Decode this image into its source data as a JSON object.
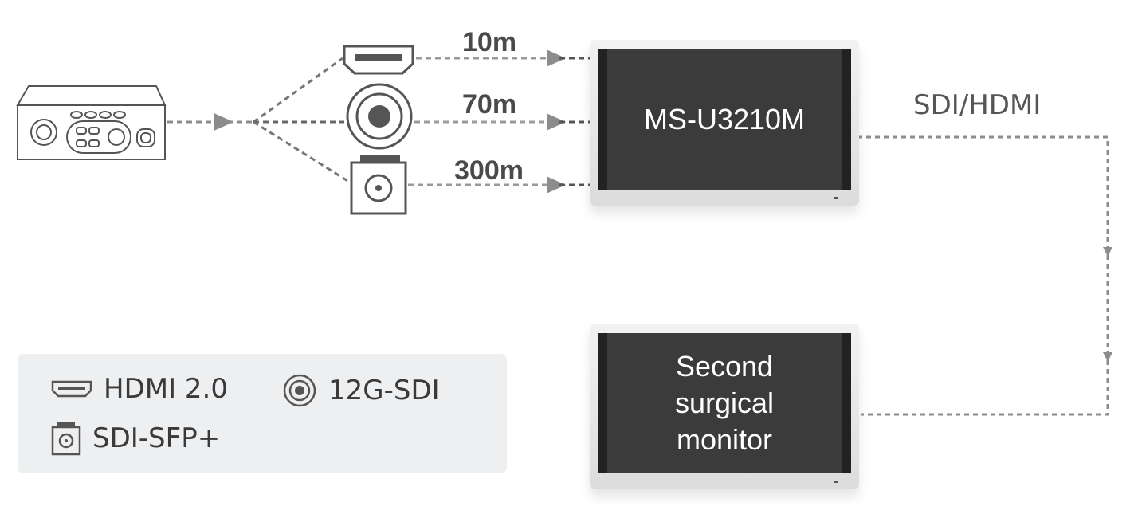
{
  "distances": {
    "hdmi": "10m",
    "sdi_coax": "70m",
    "sfp": "300m"
  },
  "device": {
    "model": "MS-U3210M"
  },
  "output_link": {
    "label": "SDI/HDMI"
  },
  "second_monitor": {
    "line1": "Second",
    "line2": "surgical",
    "line3": "monitor"
  },
  "legend": {
    "hdmi": "HDMI 2.0",
    "sdi12g": "12G-SDI",
    "sfp": "SDI-SFP+"
  },
  "colors": {
    "line": "#8c8c8c",
    "icon_stroke": "#555555",
    "screen": "#3b3b3b",
    "legend_bg": "#eeeff1"
  }
}
